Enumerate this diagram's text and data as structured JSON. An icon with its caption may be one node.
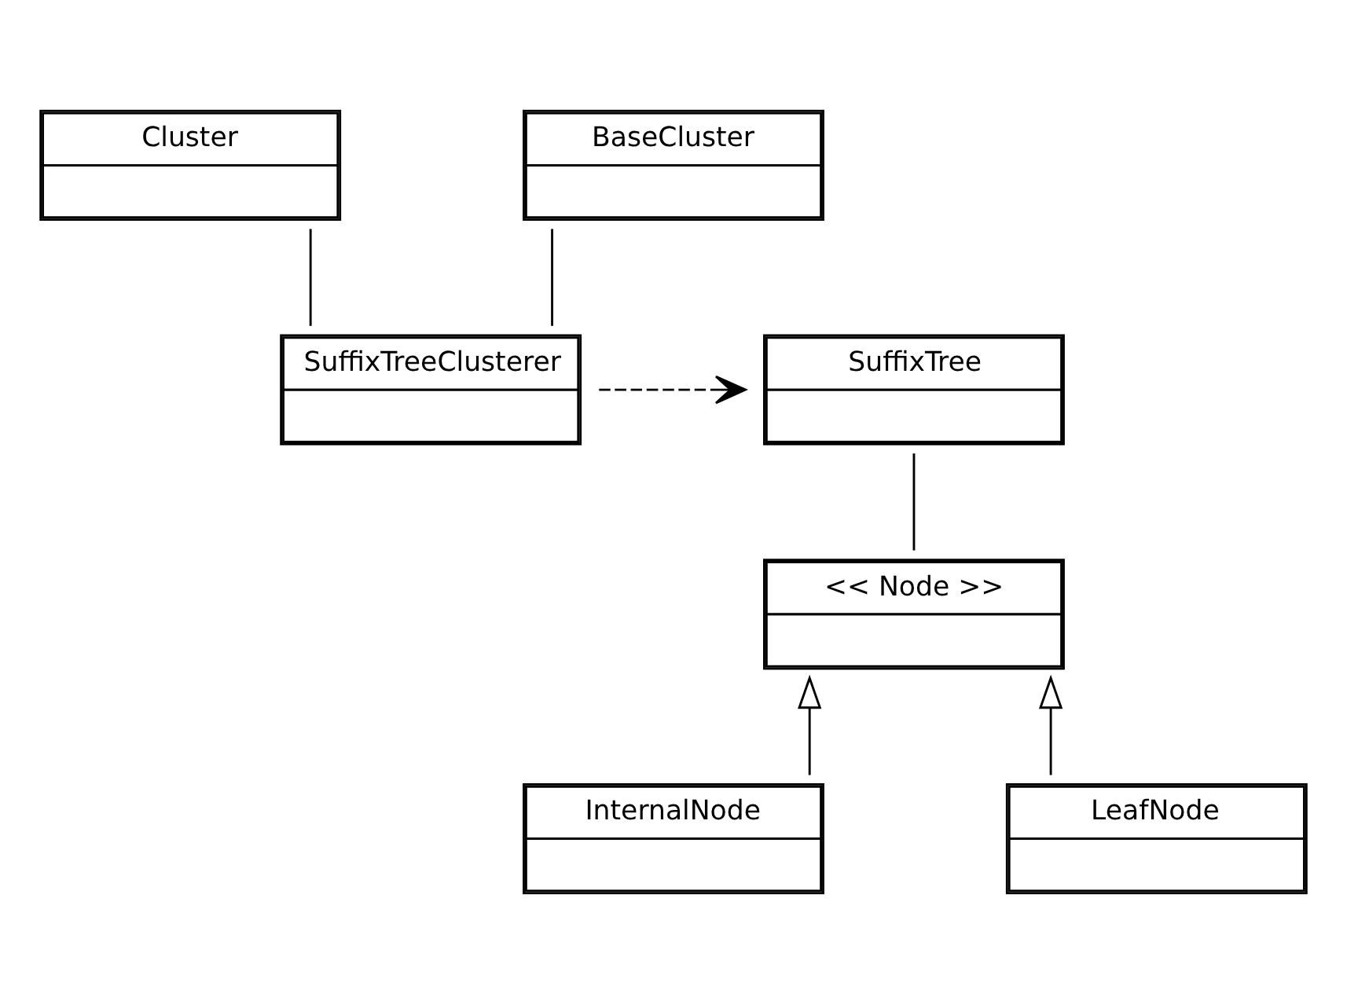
{
  "diagram": {
    "nodes": [
      {
        "text": [
          "Cluster"
        ]
      },
      {
        "text": [
          "BaseCluster"
        ]
      },
      {
        "text": [
          "SuffixTreeClusterer"
        ]
      },
      {
        "text": [
          "SuffixTree"
        ]
      },
      {
        "text": [
          "<< Node >>"
        ]
      },
      {
        "text": [
          "InternalNode"
        ]
      },
      {
        "text": [
          "LeafNode"
        ]
      }
    ],
    "edges": [
      {
        "from": 0,
        "to": 2,
        "arrow": "none"
      },
      {
        "from": 1,
        "to": 2,
        "arrow": "none"
      },
      {
        "from": 2,
        "to": 3,
        "arrow": "to",
        "style": "dashed"
      },
      {
        "from": 3,
        "to": 4,
        "arrow": "none"
      },
      {
        "from": 5,
        "to": 4,
        "arrow": "to"
      },
      {
        "from": 6,
        "to": 4,
        "arrow": "to"
      }
    ]
  }
}
